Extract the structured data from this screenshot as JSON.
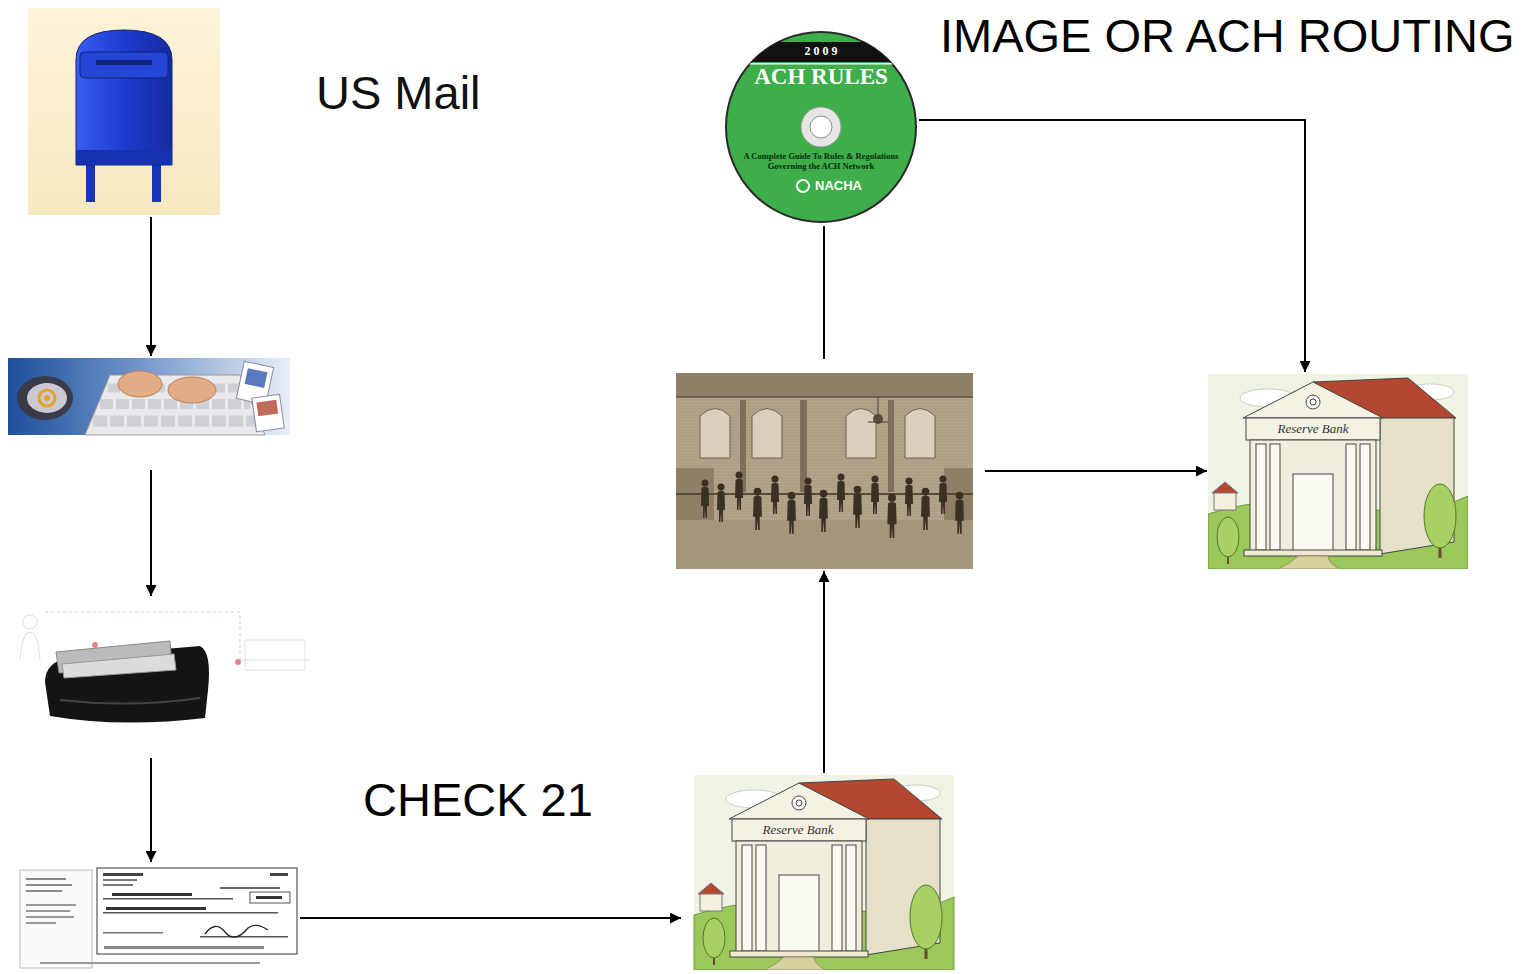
{
  "diagram": {
    "nodes": [
      {
        "text": [
          "US Mail"
        ]
      },
      {
        "text": []
      },
      {
        "text": []
      },
      {
        "text": []
      },
      {
        "text": [
          "Reserve Bank"
        ]
      },
      {
        "text": []
      },
      {
        "text": [
          "2 0 0 9",
          "ACH RULES",
          "A Complete Guide To Rules & Regulations Governing the ACH Network",
          "NACHA"
        ]
      },
      {
        "text": [
          "Reserve Bank"
        ]
      }
    ],
    "edges": [
      {
        "from": 0,
        "to": 1,
        "arrow": "to"
      },
      {
        "from": 1,
        "to": 2,
        "arrow": "to"
      },
      {
        "from": 2,
        "to": 3,
        "arrow": "to"
      },
      {
        "from": 3,
        "to": 4,
        "arrow": "to",
        "label": "CHECK 21"
      },
      {
        "from": 4,
        "to": 5,
        "arrow": "to"
      },
      {
        "from": 5,
        "to": 6,
        "arrow": "none"
      },
      {
        "from": 6,
        "to": 7,
        "arrow": "to",
        "label": "IMAGE OR ACH ROUTING"
      },
      {
        "from": 5,
        "to": 7,
        "arrow": "to"
      }
    ]
  }
}
